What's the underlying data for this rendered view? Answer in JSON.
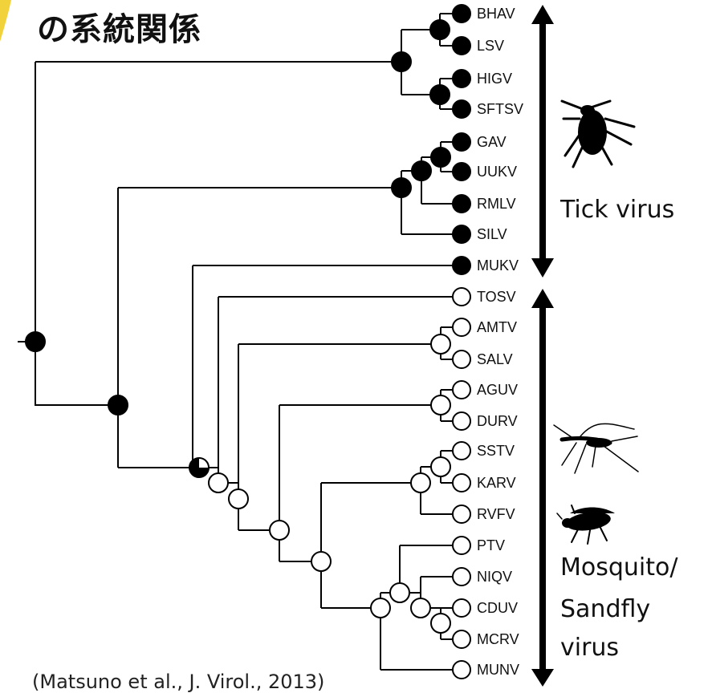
{
  "title": "の系統関係",
  "citation": "(Matsuno et al., J. Virol., 2013)",
  "groups": {
    "tick": "Tick virus",
    "mosquito_line1": "Mosquito/",
    "mosquito_line2": "Sandfly",
    "mosquito_line3": "virus"
  },
  "taxa": [
    "BHAV",
    "LSV",
    "HIGV",
    "SFTSV",
    "GAV",
    "UUKV",
    "RMLV",
    "SILV",
    "MUKV",
    "TOSV",
    "AMTV",
    "SALV",
    "AGUV",
    "DURV",
    "SSTV",
    "KARV",
    "RVFV",
    "PTV",
    "NIQV",
    "CDUV",
    "MCRV",
    "MUNV"
  ],
  "colors": {
    "filled": "#000000",
    "open": "#ffffff",
    "line": "#000000",
    "accent": "#f2d23a"
  },
  "icons": [
    "tick-icon",
    "mosquito-icon",
    "sandfly-icon"
  ]
}
